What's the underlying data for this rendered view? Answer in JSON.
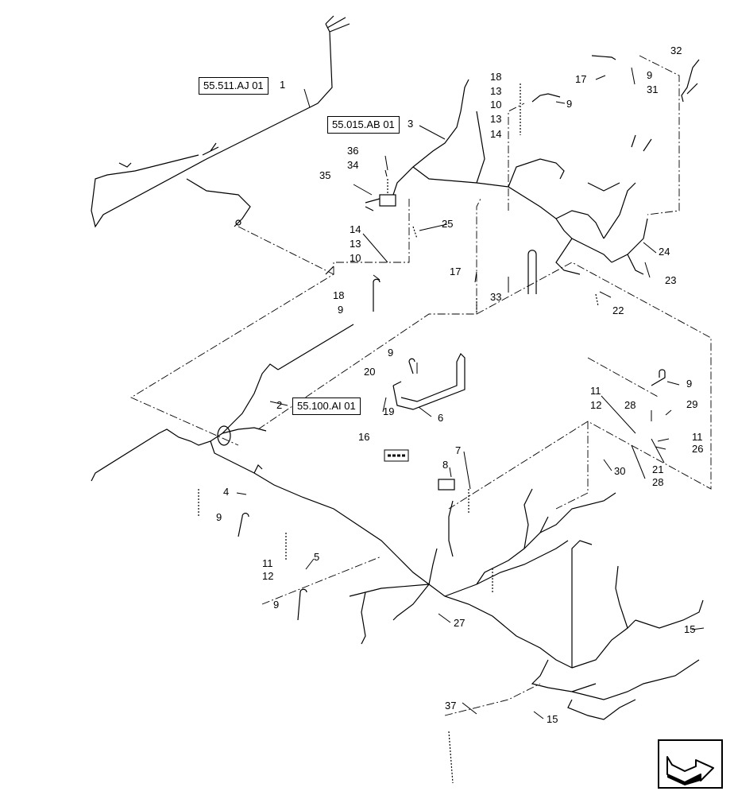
{
  "reference_boxes": [
    {
      "label": "55.511.AJ 01"
    },
    {
      "label": "55.015.AB 01"
    },
    {
      "label": "55.100.AI 01"
    }
  ],
  "callouts": [
    "1",
    "2",
    "3",
    "4",
    "5",
    "6",
    "7",
    "8",
    "9",
    "9",
    "9",
    "9",
    "9",
    "9",
    "9",
    "10",
    "10",
    "11",
    "11",
    "11",
    "12",
    "12",
    "13",
    "13",
    "13",
    "14",
    "14",
    "15",
    "15",
    "16",
    "17",
    "17",
    "18",
    "18",
    "19",
    "20",
    "21",
    "22",
    "23",
    "24",
    "25",
    "26",
    "27",
    "28",
    "28",
    "29",
    "30",
    "31",
    "32",
    "33",
    "34",
    "35",
    "36",
    "37"
  ],
  "icons": {
    "navigation": "next-page-arrow-icon"
  }
}
